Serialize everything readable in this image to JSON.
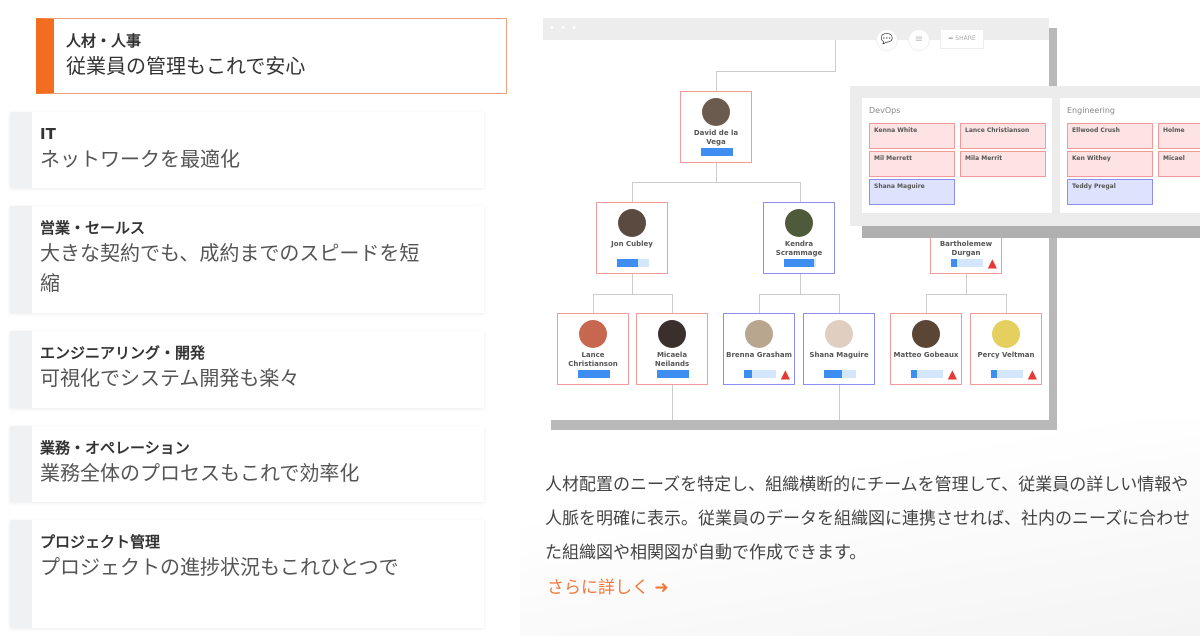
{
  "tabs": [
    {
      "title": "人材・人事",
      "desc": "従業員の管理もこれで安心",
      "active": true
    },
    {
      "title": "IT",
      "desc": "ネットワークを最適化"
    },
    {
      "title": "営業・セールス",
      "desc": "大きな契約でも、成約までのスピードを短縮"
    },
    {
      "title": "エンジニアリング・開発",
      "desc": "可視化でシステム開発も楽々"
    },
    {
      "title": "業務・オペレーション",
      "desc": "業務全体のプロセスもこれで効率化"
    },
    {
      "title": "プロジェクト管理",
      "desc": "プロジェクトの進捗状況もこれひとつで"
    }
  ],
  "window": {
    "dots": "• • •",
    "share_label": "SHARE"
  },
  "org": [
    {
      "name": "David de la Vega",
      "color": "red",
      "progress": 1.0,
      "warn": false,
      "avatar": "#6b5a4e"
    },
    {
      "name": "Jon Cubley",
      "color": "red",
      "progress": 0.65,
      "warn": false,
      "avatar": "#5a4a40"
    },
    {
      "name": "Kendra Scrammage",
      "color": "blue",
      "progress": 0.95,
      "warn": false,
      "avatar": "#4f5a3a"
    },
    {
      "name": "Bartholemew Durgan",
      "color": "red",
      "progress": 0.2,
      "warn": true,
      "avatar": "#444"
    },
    {
      "name": "Lance Christianson",
      "color": "red",
      "progress": 1.0,
      "warn": false,
      "avatar": "#c8674f"
    },
    {
      "name": "Micaela Neilands",
      "color": "red",
      "progress": 1.0,
      "warn": false,
      "avatar": "#3a2f2c"
    },
    {
      "name": "Brenna Grasham",
      "color": "blue",
      "progress": 0.25,
      "warn": true,
      "avatar": "#b8a68f"
    },
    {
      "name": "Shana Maguire",
      "color": "blue",
      "progress": 0.55,
      "warn": false,
      "avatar": "#e0cfc0"
    },
    {
      "name": "Matteo Gobeaux",
      "color": "red",
      "progress": 0.2,
      "warn": true,
      "avatar": "#5b4535"
    },
    {
      "name": "Percy Veltman",
      "color": "red",
      "progress": 0.2,
      "warn": true,
      "avatar": "#e4cf5f"
    }
  ],
  "groups": [
    {
      "name": "DevOps",
      "members": [
        {
          "name": "Kenna White",
          "color": "red"
        },
        {
          "name": "Lance Christianson",
          "color": "red"
        },
        {
          "name": "Mil Merrett",
          "color": "red"
        },
        {
          "name": "Mila Merrit",
          "color": "red"
        },
        {
          "name": "Shana Maguire",
          "color": "blue"
        }
      ]
    },
    {
      "name": "Engineering",
      "members": [
        {
          "name": "Ellwood Crush",
          "color": "red"
        },
        {
          "name": "Holme",
          "color": "red"
        },
        {
          "name": "Ken Withey",
          "color": "red"
        },
        {
          "name": "Micael",
          "color": "red"
        },
        {
          "name": "Teddy Pregal",
          "color": "blue"
        }
      ]
    }
  ],
  "description": "人材配置のニーズを特定し、組織横断的にチームを管理して、従業員の詳しい情報や人脈を明確に表示。従業員のデータを組織図に連携させれば、社内のニーズに合わせた組織図や相関図が自動で作成できます。",
  "more_link": "さらに詳しく ➜"
}
